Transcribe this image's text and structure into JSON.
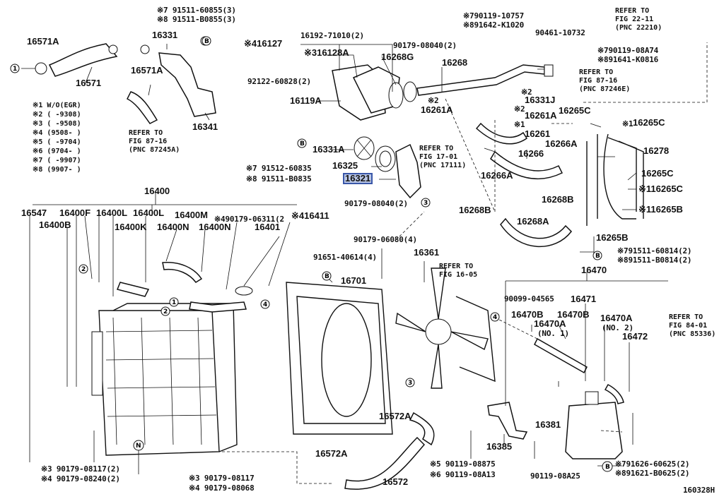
{
  "diagram_id": "160328H",
  "highlight": "16321",
  "labels": {
    "p16571A": "16571A",
    "p16571": "16571",
    "p16571A_b": "16571A",
    "p16331": "16331",
    "p16341": "16341",
    "c7_top": "※7 91511-60855(3)",
    "c8_top": "※8 91511-B0855(3)",
    "p16127": "※416127",
    "p16192": "16192-71010(2)",
    "p16128A": "※316128A",
    "p90179_08040a": "90179-08040(2)",
    "p16268G": "16268G",
    "p92122": "92122-60828(2)",
    "p16119A": "16119A",
    "p16331A": "16331A",
    "p16325": "16325",
    "p16321": "16321",
    "c7_mid": "※7 91512-60835",
    "c8_mid": "※8 91511-B0835",
    "p90179_08040b": "90179-08040(2)",
    "c7_9011910757": "※790119-10757",
    "c8_91642": "※891642-K1020",
    "p90461": "90461-10732",
    "p16268": "16268",
    "c2_16261A": "※2",
    "p16261A_a": "16261A",
    "c2_16331J": "※2",
    "p16331J": "16331J",
    "c2_16261Ab": "※2",
    "p16261A_b": "16261A",
    "c1_16261": "※1",
    "p16261": "16261",
    "c7_0819A74": "※790119-08A74",
    "c8_91641": "※891641-K0816",
    "p16265C_a": "16265C",
    "c1_16265C": "※1",
    "p16265C_b": "16265C",
    "p16266": "16266",
    "p16266A_a": "16266A",
    "p16266A_b": "16266A",
    "p16278": "16278",
    "p16265C_c": "16265C",
    "p16265C_d": "※116265C",
    "p16268B_a": "16268B",
    "p16268B_b": "16268B",
    "p16268A": "16268A",
    "p16265B_a": "※116265B",
    "p16265B_b": "16265B",
    "c7_60814": "※791511-60814(2)",
    "c8_B0814": "※891511-B0814(2)",
    "p16400": "16400",
    "p16547": "16547",
    "p16400F": "16400F",
    "p16400L_a": "16400L",
    "p16400L_b": "16400L",
    "p16400M": "16400M",
    "p90179_06311": "※490179-06311(2",
    "p16411": "※416411",
    "p16400B": "16400B",
    "p16400K": "16400K",
    "p16400N_a": "16400N",
    "p16400N_b": "16400N",
    "p16401": "16401",
    "p90179_06080": "90179-06080(4)",
    "p91651": "91651-40614(4)",
    "p16361": "16361",
    "p16701": "16701",
    "p16572A_a": "16572A",
    "p16572A_b": "16572A",
    "p16572": "16572",
    "p16470": "16470",
    "p90099": "90099-04565",
    "p16471": "16471",
    "p16470B_a": "16470B",
    "p16470A_1": "16470A",
    "p16470A_1n": "(NO. 1)",
    "p16470B_b": "16470B",
    "p16470A_2": "16470A",
    "p16470A_2n": "(NO. 2)",
    "p16472": "16472",
    "p16381": "16381",
    "p16385": "16385",
    "c5_08875": "※5 90119-08875",
    "c6_08A13": "※6 90119-08A13",
    "p90119_08A25": "90119-08A25",
    "c7_91626": "※791626-60625(2)",
    "c8_91621": "※891621-B0625(2)",
    "c3_08117a": "※3 90179-08117(2)",
    "c4_08240": "※4 90179-08240(2)",
    "c3_08117b": "※3 90179-08117",
    "c4_08068": "※4 90179-08068"
  },
  "notes": [
    "※1 W/O(EGR)",
    "※2 (     -9308)",
    "※3 (     -9508)",
    "※4 (9508-     )",
    "※5 (     -9704)",
    "※6 (9704-     )",
    "※7 (     -9907)",
    "※8 (9907-     )"
  ],
  "refs": {
    "r1": [
      "REFER TO",
      "FIG 87-16",
      "(PNC 87245A)"
    ],
    "r2": [
      "REFER TO",
      "FIG 22-11",
      "(PNC 22210)"
    ],
    "r3": [
      "REFER TO",
      "FIG 87-16",
      "(PNC 87246E)"
    ],
    "r4": [
      "REFER TO",
      "FIG 17-01",
      "(PNC 17111)"
    ],
    "r5": [
      "REFER TO",
      "FIG 16-05"
    ],
    "r6": [
      "REFER TO",
      "FIG 84-01",
      "(PNC 85336)"
    ]
  },
  "markers": {
    "one": "1",
    "two": "2",
    "three": "3",
    "four": "4",
    "B": "B",
    "N": "N"
  }
}
